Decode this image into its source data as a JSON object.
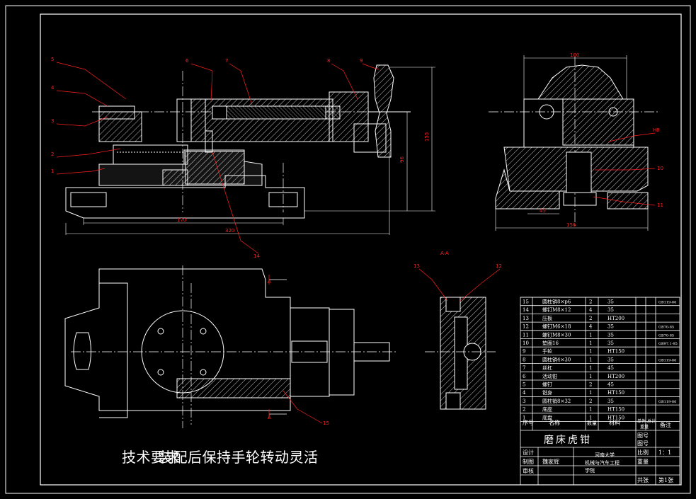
{
  "drawing": {
    "border_color": "#ffffff",
    "leader_color": "#ff2020",
    "background": "#000000"
  },
  "technical_note": {
    "line1": "技术要求",
    "line2": "装配后保持手轮转动灵活"
  },
  "section_label": "A-A",
  "view_marks": [
    "A",
    "A"
  ],
  "front_view_callouts": [
    "5",
    "4",
    "3",
    "2",
    "1",
    "6",
    "7",
    "8",
    "9",
    "14"
  ],
  "side_view_callouts": [
    "10",
    "11"
  ],
  "section_callouts": [
    "13",
    "12"
  ],
  "top_view_callouts": [
    "15"
  ],
  "dimensions": {
    "side_width": "100",
    "side_base": "156",
    "side_small": "45",
    "front_base_inner": "170",
    "front_total": "320",
    "front_height_small": "96",
    "front_height_large": "155"
  },
  "parts_list": {
    "rows": [
      {
        "no": "15",
        "name": "圆柱销8×p6",
        "qty": "2",
        "mat": "35",
        "std": "GB119-86"
      },
      {
        "no": "14",
        "name": "螺钉M8×12",
        "qty": "4",
        "mat": "35",
        "std": ""
      },
      {
        "no": "13",
        "name": "压板",
        "qty": "2",
        "mat": "HT200",
        "std": ""
      },
      {
        "no": "12",
        "name": "螺钉M6×18",
        "qty": "4",
        "mat": "35",
        "std": "GB70-85"
      },
      {
        "no": "11",
        "name": "螺钉M8×30",
        "qty": "1",
        "mat": "35",
        "std": "GB70-85"
      },
      {
        "no": "10",
        "name": "垫圈16",
        "qty": "1",
        "mat": "35",
        "std": "GB97.1-85"
      },
      {
        "no": "9",
        "name": "手轮",
        "qty": "1",
        "mat": "HT150",
        "std": ""
      },
      {
        "no": "8",
        "name": "圆柱销4×30",
        "qty": "1",
        "mat": "35",
        "std": "GB119-86"
      },
      {
        "no": "7",
        "name": "丝杠",
        "qty": "1",
        "mat": "45",
        "std": ""
      },
      {
        "no": "6",
        "name": "活动钳",
        "qty": "1",
        "mat": "HT200",
        "std": ""
      },
      {
        "no": "5",
        "name": "螺钉",
        "qty": "2",
        "mat": "45",
        "std": ""
      },
      {
        "no": "4",
        "name": "钳身",
        "qty": "1",
        "mat": "HT150",
        "std": ""
      },
      {
        "no": "3",
        "name": "圆柱销8×32",
        "qty": "2",
        "mat": "35",
        "std": "GB119-86"
      },
      {
        "no": "2",
        "name": "底座",
        "qty": "1",
        "mat": "HT150",
        "std": ""
      },
      {
        "no": "1",
        "name": "底盘",
        "qty": "1",
        "mat": "HT150",
        "std": ""
      }
    ],
    "header": {
      "no": "序号",
      "name": "名称",
      "qty": "数量",
      "mat": "材料",
      "single_weight": "单件",
      "total_weight": "总计",
      "weight": "重量",
      "remark": "备注"
    },
    "title": "磨床虎钳",
    "drawing_no_label": "图号",
    "scale_label": "比例",
    "scale_value": "1：1",
    "weight_label": "重量",
    "sheets_label": "共张",
    "sheet_value": "第1张",
    "design_label": "设计",
    "drawn_label": "制图",
    "drawn_by": "魏家辉",
    "review_label": "审核",
    "school_line1": "河南大学",
    "school_line2": "机械与汽车工程",
    "school_line3": "学院"
  }
}
